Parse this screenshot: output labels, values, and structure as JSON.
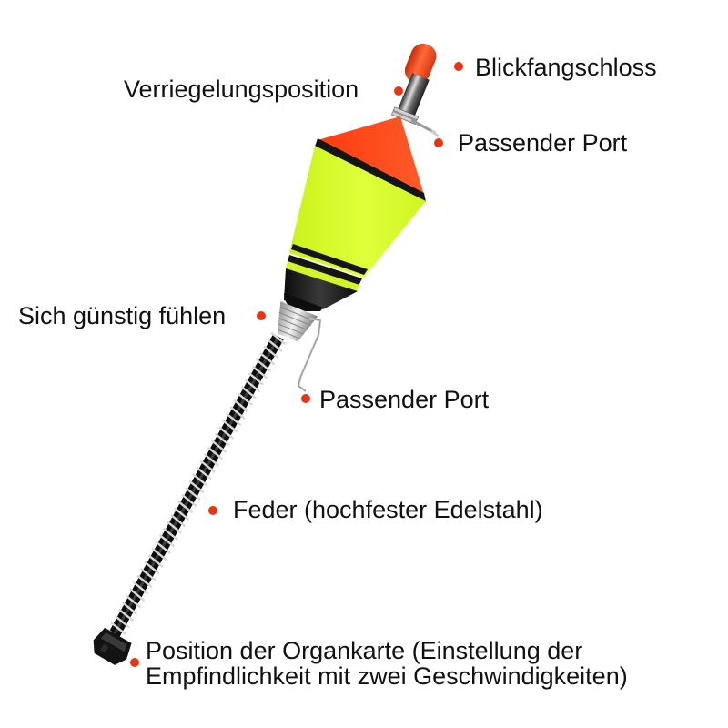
{
  "diagram": {
    "subject": "Spring-loaded fishing float with fish-bite detection",
    "colors": {
      "callout_dot": "#ee3311",
      "float_orange": "#ff4a1c",
      "float_yellow": "#d8ff2a",
      "float_black": "#1a1a1a",
      "metal": "#b9b9b9",
      "label_text": "#111111",
      "background": "#ffffff"
    },
    "labels": [
      {
        "id": "tip",
        "text": "Blickfangschloss",
        "side": "right"
      },
      {
        "id": "lock",
        "text": "Verriegelungsposition",
        "side": "left"
      },
      {
        "id": "port_top",
        "text": "Passender Port",
        "side": "right"
      },
      {
        "id": "feel",
        "text": "Sich günstig fühlen",
        "side": "left"
      },
      {
        "id": "port_mid",
        "text": "Passender Port",
        "side": "right"
      },
      {
        "id": "spring",
        "text": "Feder (hochfester Edelstahl)",
        "side": "right"
      },
      {
        "id": "base",
        "text": "Position der Organkarte (Einstellung der Empfindlichkeit mit zwei Geschwindigkeiten)",
        "side": "right"
      }
    ]
  }
}
